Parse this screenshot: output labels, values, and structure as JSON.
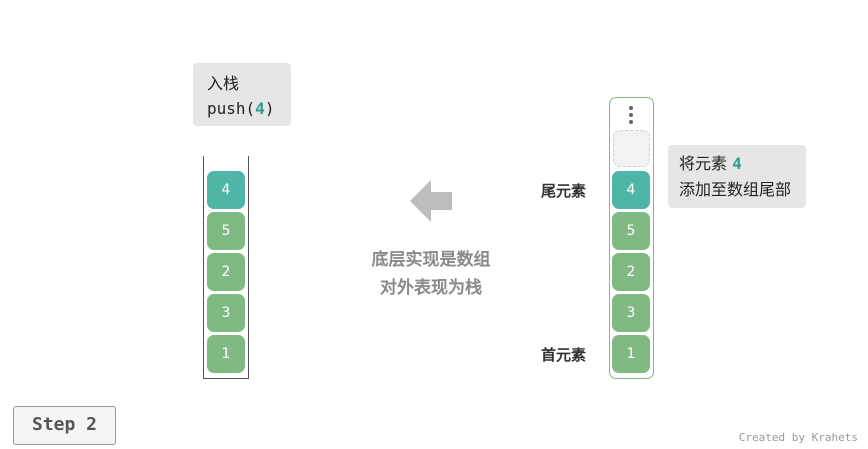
{
  "operation": {
    "line1": "入栈",
    "func_prefix": "push(",
    "func_arg": "4",
    "func_suffix": ")"
  },
  "stack_left": [
    "4",
    "5",
    "2",
    "3",
    "1"
  ],
  "center_caption": {
    "line1": "底层实现是数组",
    "line2": "对外表现为栈"
  },
  "array_right": [
    "4",
    "5",
    "2",
    "3",
    "1"
  ],
  "labels": {
    "tail": "尾元素",
    "head": "首元素"
  },
  "note": {
    "line1_prefix": "将元素 ",
    "line1_value": "4",
    "line2": "添加至数组尾部"
  },
  "step_button": "Step 2",
  "credit": "Created by Krahets",
  "colors": {
    "green": "#81b982",
    "teal": "#4fb5a7",
    "arrow": "#bdbdbd"
  }
}
